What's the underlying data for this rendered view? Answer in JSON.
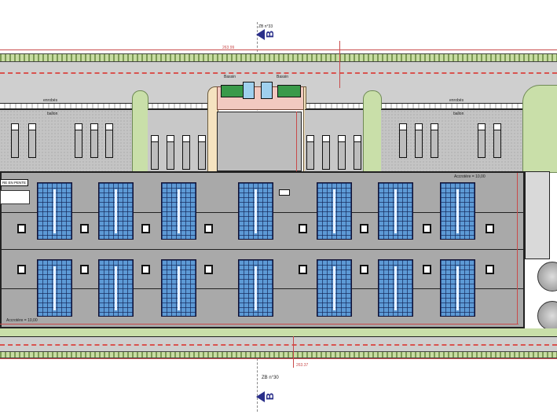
{
  "plan": {
    "north_parcel": "ZB n°33",
    "south_parcel": "ZB n°30",
    "section_marker": "B",
    "top_level": "263.99",
    "bottom_level": "263.37",
    "road_label_left": "enrobés",
    "road_label_right": "enrobés",
    "dock_label_left": "ballon",
    "dock_label_right": "ballon",
    "basin_left": "Bassin",
    "basin_right": "Bassin",
    "roof_label": "RE EN PENTE",
    "parapet_label": "Accrotère = 10,00",
    "parapet_label_right": "Accrotère = 10,00",
    "colors": {
      "boundary": "#c94a4a",
      "solar_panel": "#5d9ad6",
      "building": "#a9a9a9",
      "grass": "#c9dfa9",
      "section_marker": "#2a2f8a"
    }
  }
}
